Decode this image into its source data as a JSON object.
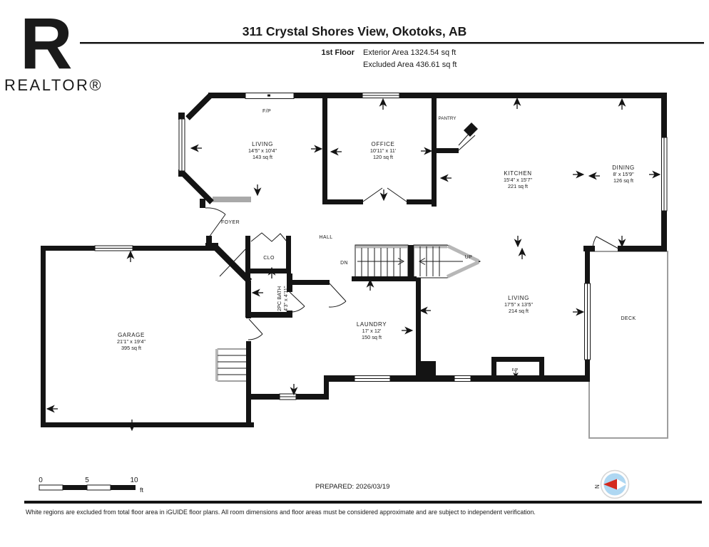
{
  "header": {
    "logo_letter": "R",
    "logo_brand": "REALTOR®",
    "title": "311 Crystal Shores View, Okotoks, AB",
    "floor_label": "1st Floor",
    "exterior_area": "Exterior Area 1324.54 sq ft",
    "excluded_area": "Excluded Area 436.61 sq ft"
  },
  "plan": {
    "rooms": {
      "living1": {
        "name": "LIVING",
        "dims": "14'5\" x 10'4\"",
        "area": "143 sq ft"
      },
      "office": {
        "name": "OFFICE",
        "dims": "10'11\" x 11'",
        "area": "120 sq ft"
      },
      "kitchen": {
        "name": "KITCHEN",
        "dims": "15'4\" x 15'7\"",
        "area": "221 sq ft"
      },
      "dining": {
        "name": "DINING",
        "dims": "8' x 15'9\"",
        "area": "126 sq ft"
      },
      "garage": {
        "name": "GARAGE",
        "dims": "21'1\" x 19'4\"",
        "area": "395 sq ft"
      },
      "laundry": {
        "name": "LAUNDRY",
        "dims": "17' x 12'",
        "area": "150 sq ft"
      },
      "living2": {
        "name": "LIVING",
        "dims": "17'5\" x 13'5\"",
        "area": "214 sq ft"
      },
      "bath": {
        "name": "2PC BATH",
        "dims": "4'3\" x 4'11\""
      }
    },
    "labels": {
      "fireplace1": "F/P",
      "fireplace2": "F/P",
      "pantry": "PANTRY",
      "foyer": "FOYER",
      "hall": "HALL",
      "closet": "CLO",
      "stairs_down": "DN",
      "stairs_up": "UP",
      "deck": "DECK"
    },
    "compass_north": "N"
  },
  "footer": {
    "scale": {
      "t0": "0",
      "t5": "5",
      "t10": "10",
      "unit": "ft"
    },
    "prepared": "PREPARED: 2026/03/19",
    "disclaimer": "White regions are excluded from total floor area in iGUIDE floor plans. All room dimensions and floor areas must be considered approximate and are subject to independent verification."
  }
}
